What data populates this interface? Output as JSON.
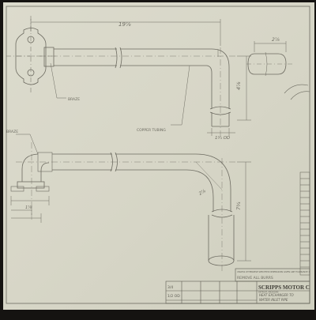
{
  "drawing": {
    "dimensions": {
      "overall_length": "19⅞",
      "drop_right": "4⅞",
      "end_width": "1¾ OD",
      "detail_length": "2⅞",
      "lower_drop": "7¾",
      "lower_width": "1⅞",
      "radius": "2⅞"
    },
    "callouts": {
      "braze_top": "BRAZE",
      "copper_tubing": "COPPER TUBING",
      "braze_left": "BRAZE"
    },
    "note": "REMOVE ALL BURRS",
    "title_block": {
      "company": "SCRIPPS MOTOR C",
      "city": "DETROIT, MICHIGAN",
      "part_name_line1": "HEAT EXCHANGER TO",
      "part_name_line2": "WATER INLET PIPE",
      "scale_value": "3/4",
      "material_value": "1/2 OD",
      "tolerance_text": "UNLESS OTHERWISE SPECIFIED DIMENSIONS GIVEN ARE TOLERANCE ±"
    },
    "colors": {
      "paper": "#d9d8c9",
      "line": "#6d6b61",
      "frame": "#151311"
    }
  }
}
